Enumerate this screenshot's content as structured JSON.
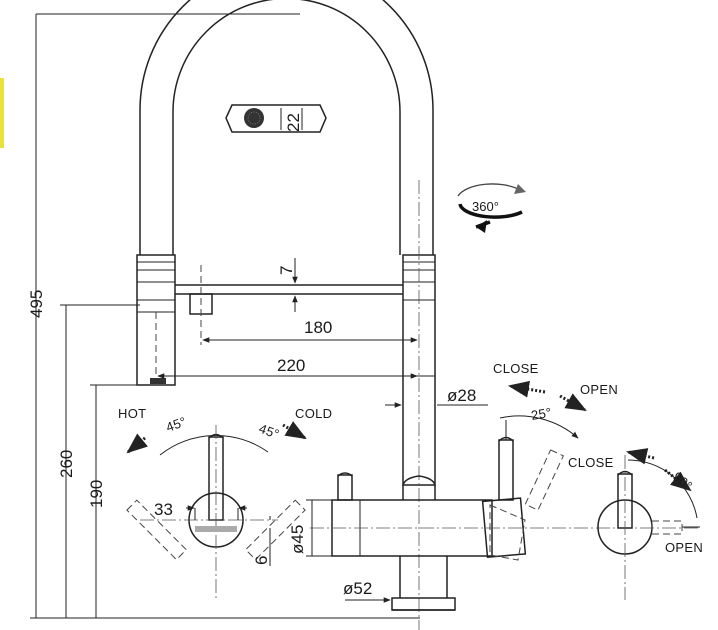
{
  "accent_color": "#e8e23a",
  "dimensions": {
    "total_height": "495",
    "spout_height": "260",
    "outlet_height": "190",
    "reach_inner": "180",
    "reach_outer": "220",
    "spray_gap": "7",
    "spray_width": "22",
    "body_diameter": "ø28",
    "valve_diameter": "ø45",
    "base_diameter": "ø52",
    "handle_offset": "33",
    "handle_small": "6"
  },
  "labels": {
    "rotation": "360°",
    "hot": "HOT",
    "cold": "COLD",
    "angle_hot": "45°",
    "angle_cold": "45°",
    "close_top": "CLOSE",
    "open_top": "OPEN",
    "angle_lever": "25°",
    "close_side": "CLOSE",
    "open_side": "OPEN",
    "angle_side": "90°"
  },
  "icons": {
    "rotation": "rotation-arrow-icon",
    "spray_head": "spray-nozzle-icon"
  }
}
